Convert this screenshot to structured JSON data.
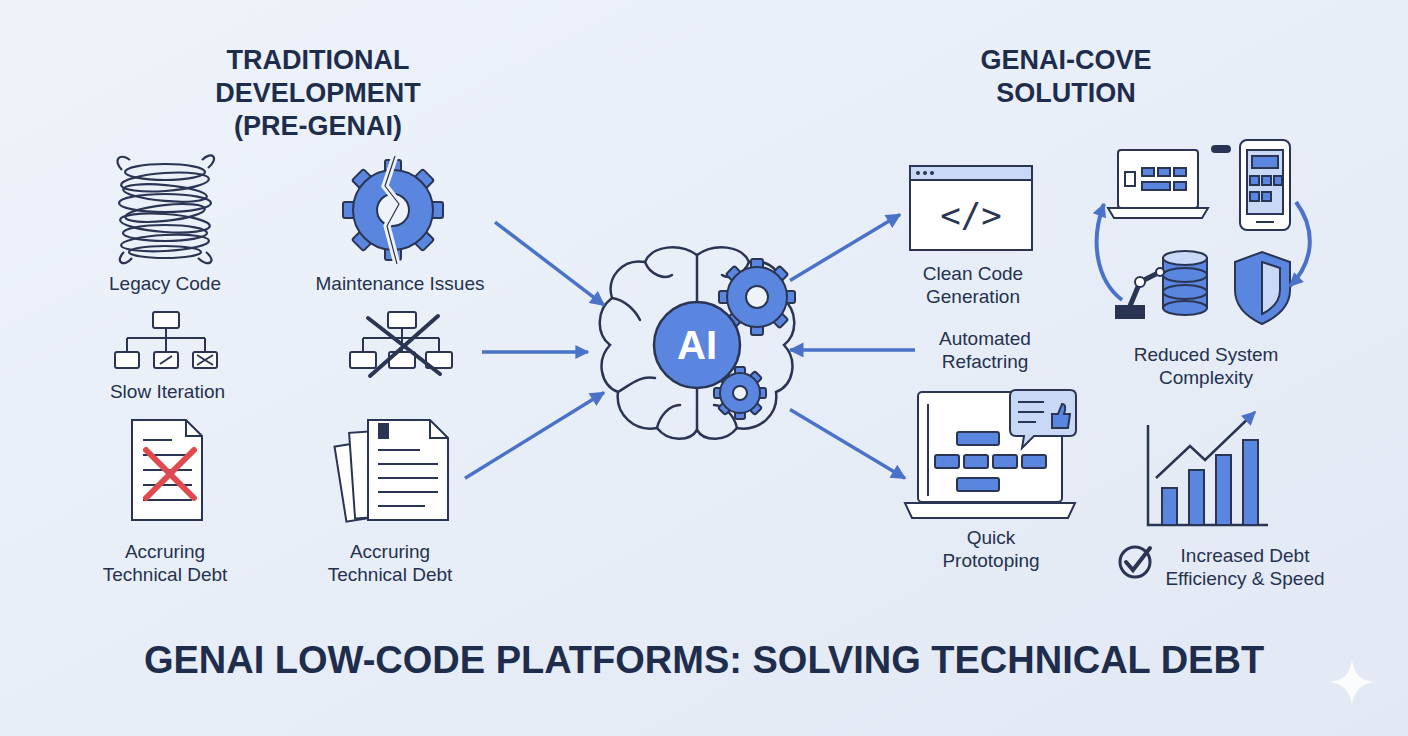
{
  "diagram": {
    "title": "GENAI LOW-CODE PLATFORMS: SOLVING TECHNICAL DEBT",
    "nodes": [
      {
        "text": [
          "Legacy Code"
        ]
      },
      {
        "text": [
          "Maintenance Issues"
        ]
      },
      {
        "text": [
          "Slow Iteration"
        ]
      },
      {
        "text": [
          "Accruring Technical Debt"
        ]
      },
      {
        "text": [
          "Accruring Technical Debt"
        ]
      },
      {
        "text": [
          "AI"
        ]
      },
      {
        "text": [
          "Clean Code Generation"
        ]
      },
      {
        "text": [
          "Automated Refactring"
        ]
      },
      {
        "text": [
          "Quick Prototoping"
        ]
      },
      {
        "text": [
          "Reduced System Complexity"
        ]
      },
      {
        "text": [
          "Increased Debt Efficiency & Speed"
        ]
      }
    ],
    "edges": [
      {
        "from": 1,
        "to": 5,
        "arrow": "to"
      },
      {
        "from": 4,
        "to": 5,
        "arrow": "to"
      },
      {
        "from": 5,
        "to": 6,
        "arrow": "to"
      },
      {
        "from": 7,
        "to": 5,
        "arrow": "to"
      },
      {
        "from": 5,
        "to": 8,
        "arrow": "to"
      }
    ],
    "labels": [
      "TRADITIONAL DEVELOPMENT (PRE-GENAI)",
      "GENAI-COVE SOLUTION",
      "</>"
    ]
  }
}
